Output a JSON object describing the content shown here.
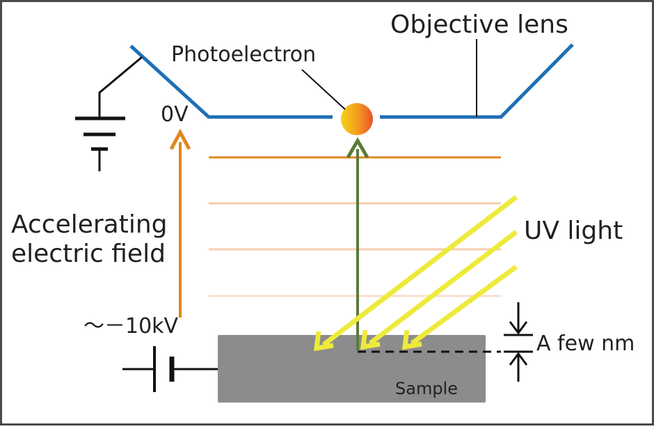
{
  "labels": {
    "objective_lens": "Objective lens",
    "photoelectron": "Photoelectron",
    "zero_volt": "0V",
    "accel_line1": "Accelerating",
    "accel_line2": "electric field",
    "uv_light": "UV light",
    "minus_10kv": "～－10kV",
    "few_nm": "A few nm",
    "sample": "Sample"
  },
  "colors": {
    "lens": "#1f6fb5",
    "arrow_orange": "#e0871f",
    "electron_path": "#5a7a3a",
    "uv": "#eeea3c",
    "sample": "#8c8c8c",
    "equipotential_strong": "#e0871f",
    "equipotential_light": "#f7c9a8",
    "equipotential_faint": "#f9ddcb"
  }
}
